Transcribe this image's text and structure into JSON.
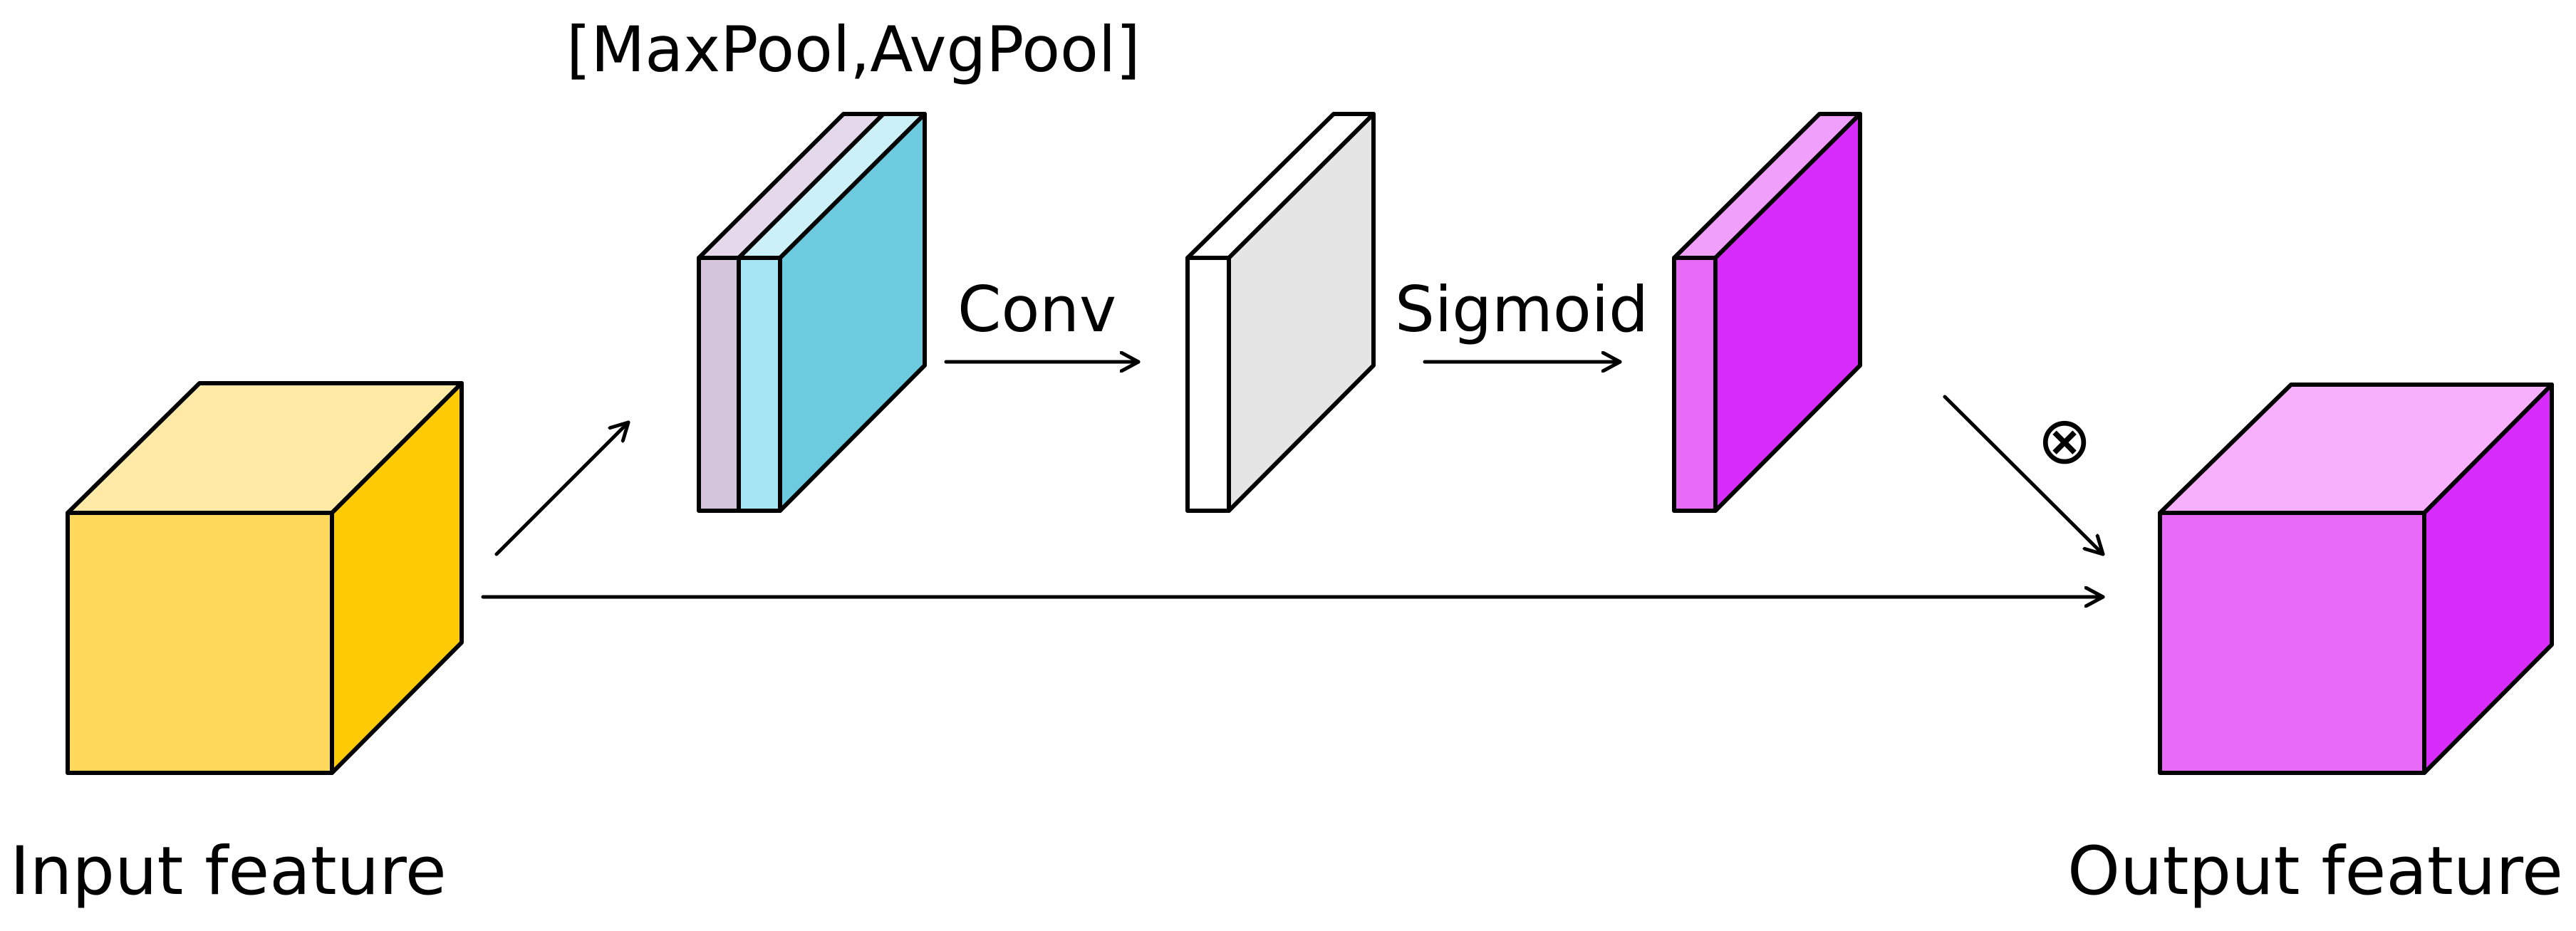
{
  "labels": {
    "pool": "[MaxPool,AvgPool]",
    "conv": "Conv",
    "sigmoid": "Sigmoid",
    "multiply": "⊗",
    "input": "Input feature",
    "output": "Output feature"
  },
  "colors": {
    "input_front": "#FDD85A",
    "input_top": "#FEE9A6",
    "input_side": "#FFCB05",
    "pool_max_front": "#D4C4DC",
    "pool_max_top": "#E4D8EA",
    "pool_avg_front": "#A6E6F4",
    "pool_avg_top": "#CCF0F8",
    "pool_avg_side": "#6CCBDE",
    "conv_front": "#FFFFFF",
    "conv_top": "#FFFFFF",
    "conv_side": "#E5E5E5",
    "sig_front": "#E86BF8",
    "sig_top": "#F0A0FA",
    "sig_side": "#D82CFC",
    "output_front": "#E86BF8",
    "output_top": "#F7B0FC",
    "output_side": "#D82CFC",
    "stroke": "#000000"
  }
}
